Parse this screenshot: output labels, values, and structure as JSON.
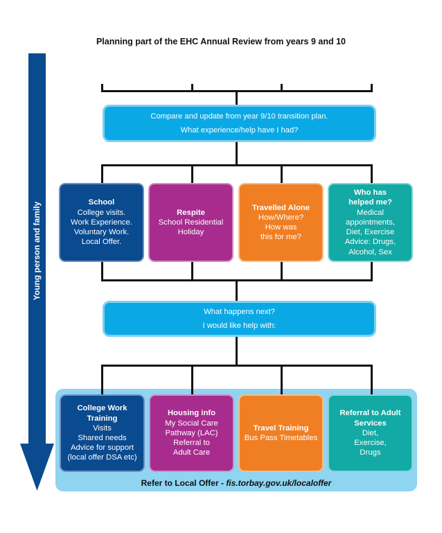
{
  "title": "Planning part of the EHC Annual Review from years 9 and 10",
  "side_arrow": {
    "label": "Young person and family",
    "color": "#0a4a8f",
    "icon": "arrow-down-icon"
  },
  "top_box": {
    "line1": "Compare and update from year 9/10 transition plan.",
    "line2": "What experience/help have I had?",
    "color": "#0aa9e6"
  },
  "experience_cards": [
    {
      "heading": "School",
      "body": "College visits.\nWork Experience.\nVoluntary Work.\nLocal Offer.",
      "color": "#0a4a8f"
    },
    {
      "heading": "Respite",
      "body": "School Residential\nHoliday",
      "color": "#a72c8e"
    },
    {
      "heading": "Travelled Alone",
      "body": "How/Where?\nHow was\nthis for me?",
      "color": "#f07f23"
    },
    {
      "heading": "Who has\nhelped me?",
      "body": "Medical\nappointments,\nDiet, Exercise\nAdvice: Drugs,\nAlcohol, Sex",
      "color": "#13a9a4"
    }
  ],
  "middle_box": {
    "line1": "What happens next?",
    "line2": "I would like help with:",
    "color": "#0aa9e6"
  },
  "help_cards": [
    {
      "heading": "College Work\nTraining",
      "body": "Visits\nShared needs\nAdvice for support\n(local offer DSA etc)",
      "color": "#0a4a8f"
    },
    {
      "heading": "Housing info",
      "body": "My Social Care\nPathway (LAC)\nReferral to\nAdult Care",
      "color": "#a72c8e"
    },
    {
      "heading": "Travel Training",
      "body": "Bus Pass Timetables",
      "color": "#f07f23"
    },
    {
      "heading": "Referral to Adult\nServices",
      "body": "Diet,\nExercise,\nDrugs",
      "color": "#13a9a4"
    }
  ],
  "local_offer": {
    "prefix": "Refer to Local Offer - ",
    "link": "fis.torbay.gov.uk/localoffer",
    "panel_color": "#8fd4f1"
  }
}
